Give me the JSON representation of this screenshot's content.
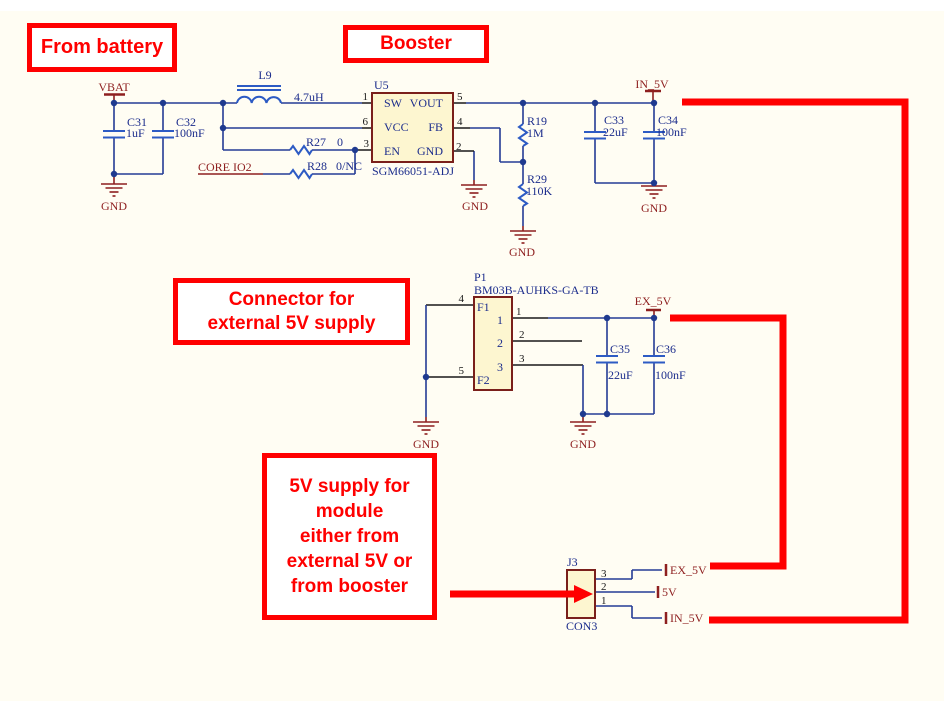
{
  "colors": {
    "background": "#fffdf3",
    "wire_blue": "#253c96",
    "symbol_blue": "#2d5bc4",
    "label_navy": "#1c2d8c",
    "net_dark_red": "#8e1f1f",
    "ic_fill": "#fdf6d0",
    "ic_border": "#7a1f1a",
    "annotation_red": "#ff0000"
  },
  "boxes": {
    "from_battery": "From battery",
    "booster": "Booster",
    "connector": [
      "Connector for",
      "external 5V supply"
    ],
    "supply": [
      "5V supply for",
      "module",
      "either from",
      "external 5V or",
      "from booster"
    ]
  },
  "nets": {
    "vbat": "VBAT",
    "gnd": "GND",
    "core_io2": "CORE IO2",
    "in5v": "IN_5V",
    "ex5v": "EX_5V",
    "v5": "5V"
  },
  "parts": {
    "u5": {
      "ref": "U5",
      "name": "SGM66051-ADJ",
      "sw": "SW",
      "vout": "VOUT",
      "vcc": "VCC",
      "fb": "FB",
      "en": "EN",
      "gnd": "GND"
    },
    "p1": {
      "ref": "P1",
      "name": "BM03B-AUHKS-GA-TB",
      "f1": "F1",
      "f2": "F2"
    },
    "j3": {
      "ref": "J3",
      "name": "CON3"
    },
    "l9": {
      "ref": "L9",
      "value": "4.7uH"
    },
    "c31": {
      "ref": "C31",
      "value": "1uF"
    },
    "c32": {
      "ref": "C32",
      "value": "100nF"
    },
    "c33": {
      "ref": "C33",
      "value": "22uF"
    },
    "c34": {
      "ref": "C34",
      "value": "100nF"
    },
    "c35": {
      "ref": "C35",
      "value": "22uF"
    },
    "c36": {
      "ref": "C36",
      "value": "100nF"
    },
    "r19": {
      "ref": "R19",
      "value": "1M"
    },
    "r27": {
      "ref": "R27",
      "value": "0"
    },
    "r28": {
      "ref": "R28",
      "value": "0/NC"
    },
    "r29": {
      "ref": "R29",
      "value": "110K"
    }
  },
  "pins": {
    "n1": "1",
    "n2": "2",
    "n3": "3",
    "n4": "4",
    "n5": "5",
    "n6": "6"
  }
}
